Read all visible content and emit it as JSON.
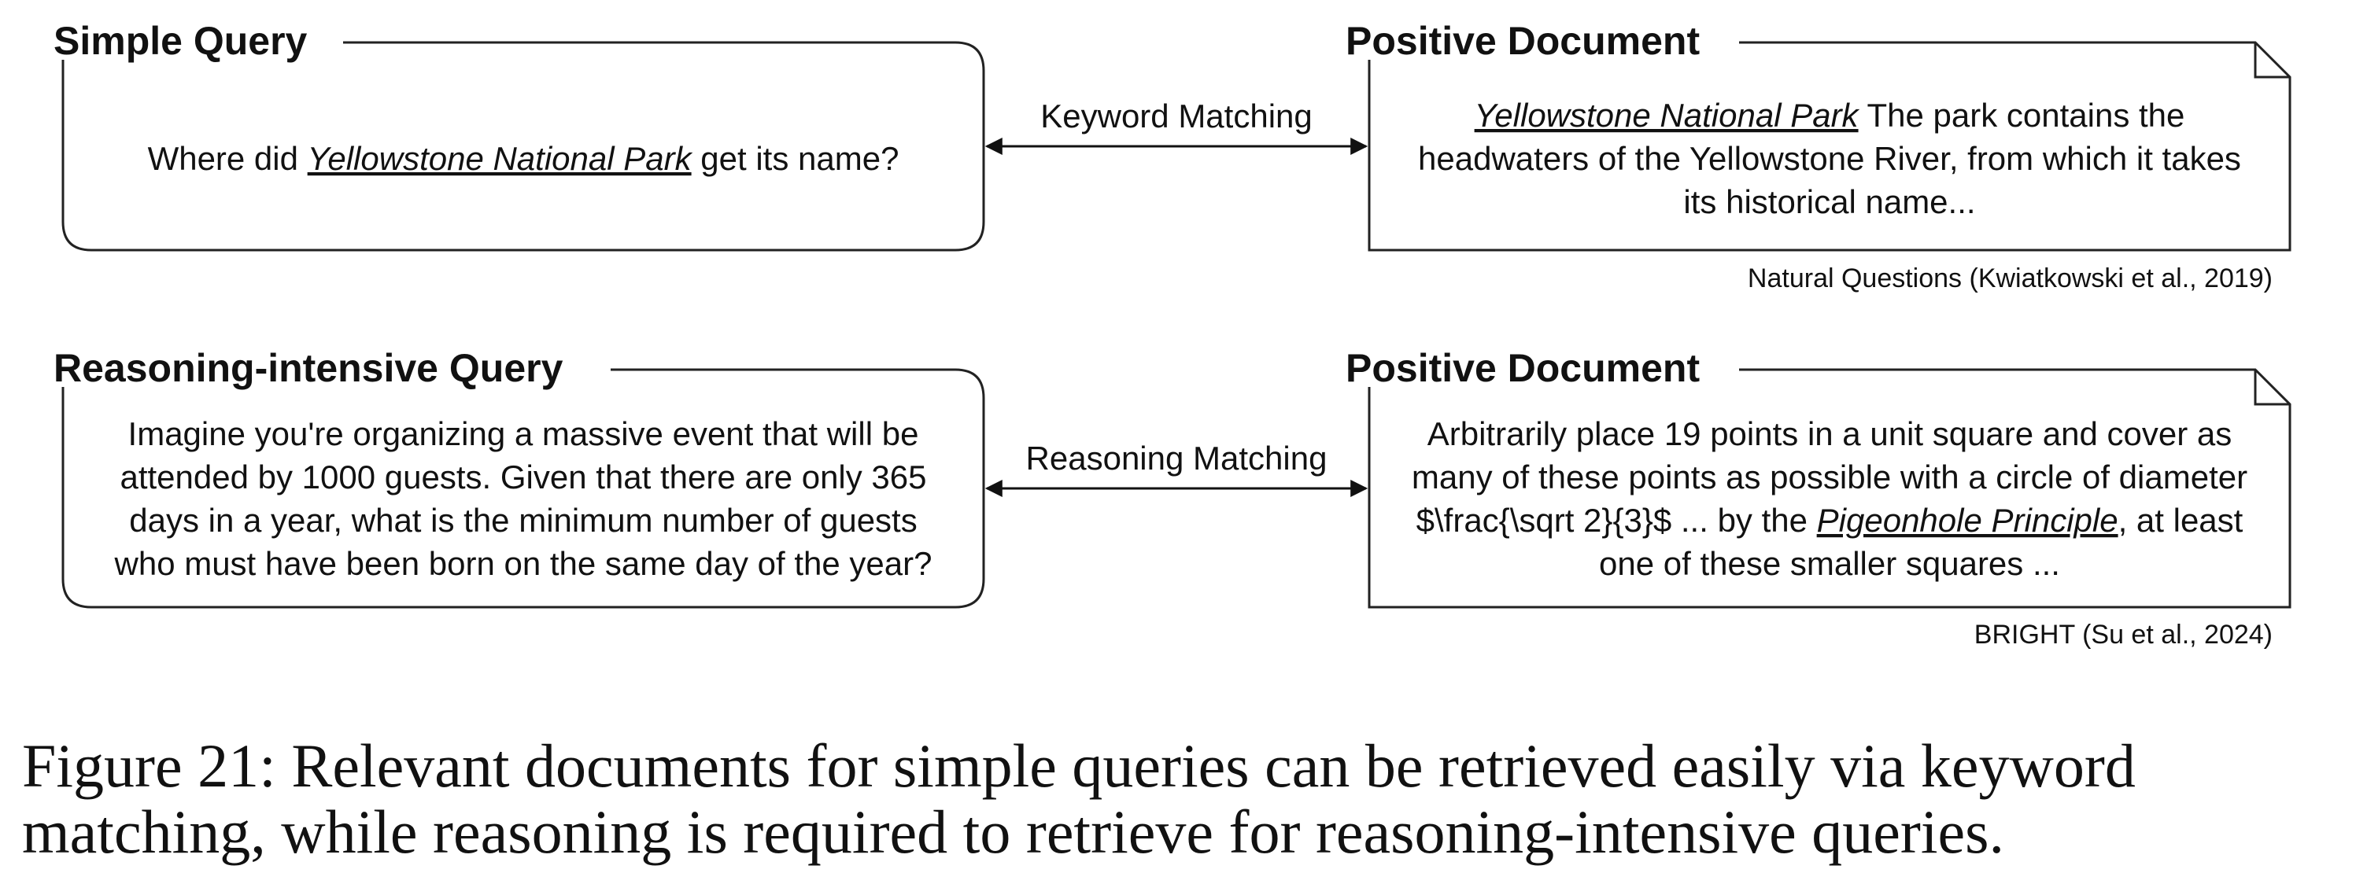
{
  "panels": [
    {
      "query_title": "Simple Query",
      "query_lines": [
        [
          {
            "t": "Where did "
          },
          {
            "t": "Yellowstone National Park",
            "em": true
          },
          {
            "t": " get its name?"
          }
        ]
      ],
      "arrow_label": "Keyword Matching",
      "doc_title": "Positive Document",
      "doc_lines": [
        [
          {
            "t": "Yellowstone National Park",
            "em": true
          },
          {
            "t": " The park contains the"
          }
        ],
        [
          {
            "t": "headwaters of the Yellowstone River, from which it takes"
          }
        ],
        [
          {
            "t": "its historical name..."
          }
        ]
      ],
      "source": "Natural Questions (Kwiatkowski et al., 2019)"
    },
    {
      "query_title": "Reasoning-intensive Query",
      "query_lines": [
        [
          {
            "t": "Imagine you're organizing a massive event that will be"
          }
        ],
        [
          {
            "t": "attended by 1000 guests. Given that there are only 365"
          }
        ],
        [
          {
            "t": "days in a year, what is the minimum number of guests"
          }
        ],
        [
          {
            "t": "who must have been born on the same day of the year?"
          }
        ]
      ],
      "arrow_label": "Reasoning Matching",
      "doc_title": "Positive Document",
      "doc_lines": [
        [
          {
            "t": "Arbitrarily place 19 points in a unit square and cover as"
          }
        ],
        [
          {
            "t": "many of these points as possible with a circle of diameter"
          }
        ],
        [
          {
            "t": "$\\frac{\\sqrt 2}{3}$ ... by the "
          },
          {
            "t": "Pigeonhole Principle",
            "em": true
          },
          {
            "t": ", at least"
          }
        ],
        [
          {
            "t": "one of these smaller squares ..."
          }
        ]
      ],
      "source": "BRIGHT (Su et al., 2024)"
    }
  ],
  "caption": {
    "line1": "Figure 21: Relevant documents for simple queries can be retrieved easily via keyword",
    "line2": "matching, while reasoning is required to retrieve for reasoning-intensive queries."
  }
}
